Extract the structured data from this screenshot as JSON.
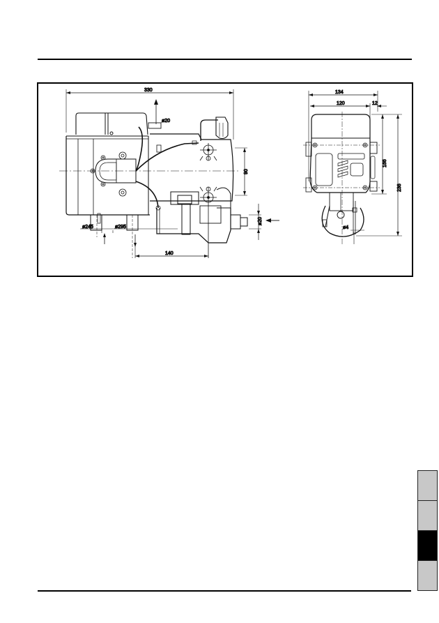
{
  "page": {
    "header_rule": true,
    "footer_rule": true
  },
  "figure": {
    "side_view": {
      "dimensions": {
        "overall_length": "330",
        "exhaust_diameter": "ø20",
        "height_offset": "90",
        "coolant_inlet_diameter": "ø20",
        "pipe_a_diameter": "ø24.5",
        "pipe_a_label": "ø245",
        "pipe_b_diameter": "ø29.5",
        "pipe_b_label": "ø295",
        "pump_offset": "140"
      }
    },
    "end_view": {
      "dimensions": {
        "overall_width": "134",
        "body_width": "120",
        "flange_width": "12",
        "body_height": "166",
        "overall_height": "236",
        "fuel_pipe_diameter": "ø4"
      }
    }
  },
  "section_tabs": {
    "count": 4,
    "active_index": 2,
    "colors": {
      "inactive": "#c8c8c8",
      "active": "#000000",
      "border": "#222222"
    }
  }
}
